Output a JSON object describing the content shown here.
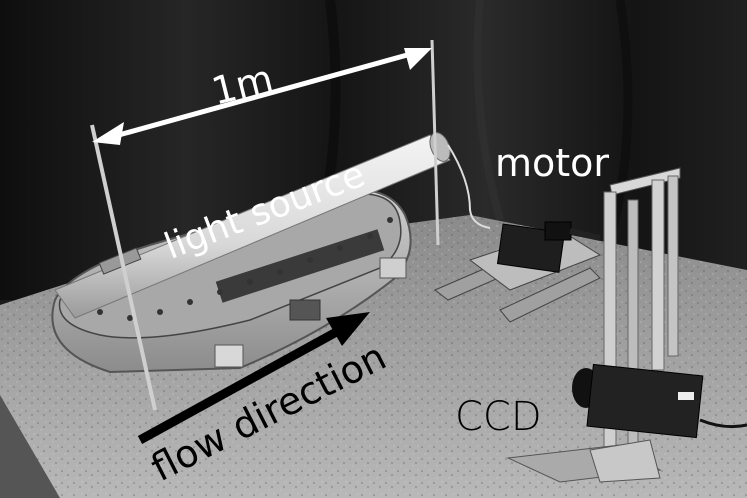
{
  "labels": {
    "scale": "1m",
    "light_source": "light source",
    "motor": "motor",
    "flow_direction": "flow direction",
    "ccd": "CCD"
  }
}
